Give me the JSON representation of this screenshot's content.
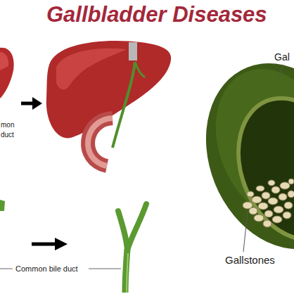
{
  "diagram": {
    "title": "Gallbladder Diseases",
    "labels": [
      "mon",
      "duct",
      "Gal",
      "Common bile duct",
      "Gallstones"
    ]
  }
}
